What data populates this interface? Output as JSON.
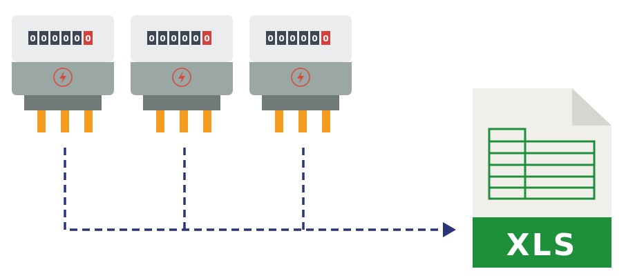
{
  "colors": {
    "meter_top": "#ebeced",
    "meter_face": "#9aa7a4",
    "meter_base": "#6f7a79",
    "digit_box": "#3d4654",
    "digit_box_last": "#d6403c",
    "digit_text": "#ffffff",
    "pins": "#f39c1f",
    "bolt": "#d84a3c",
    "line": "#2b3479",
    "xls_page": "#f0efea",
    "xls_fold": "#d7d5cf",
    "xls_green": "#1e8f3b",
    "xls_text": "#ffffff"
  },
  "meters": [
    {
      "digits": [
        "0",
        "0",
        "0",
        "0",
        "0",
        "0"
      ],
      "icon": "lightning-bolt-icon"
    },
    {
      "digits": [
        "0",
        "0",
        "0",
        "0",
        "0",
        "0"
      ],
      "icon": "lightning-bolt-icon"
    },
    {
      "digits": [
        "0",
        "0",
        "0",
        "0",
        "0",
        "0"
      ],
      "icon": "lightning-bolt-icon"
    }
  ],
  "connector": {
    "style": "dashed",
    "arrow": "arrow-right-icon"
  },
  "file": {
    "icon": "spreadsheet-file-icon",
    "label": "XLS"
  }
}
